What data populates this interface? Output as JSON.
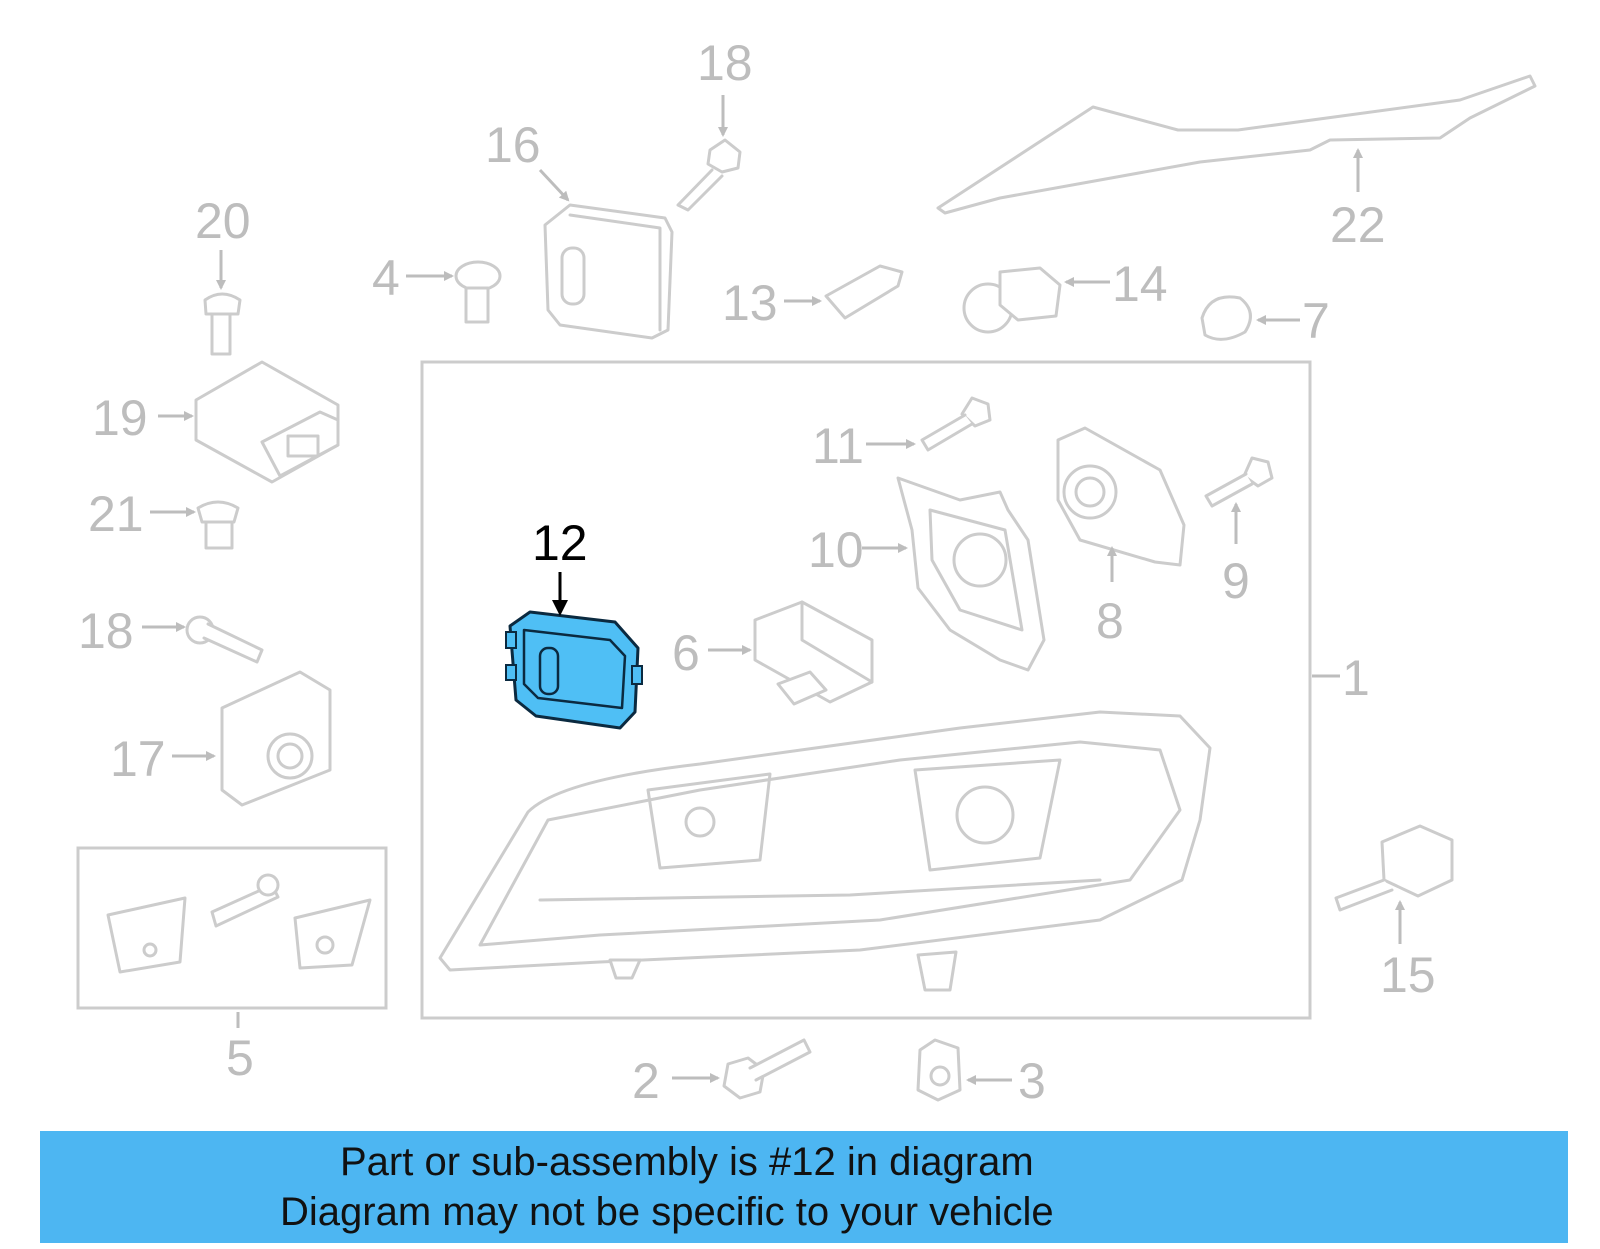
{
  "callouts": {
    "p1": "1",
    "p2": "2",
    "p3": "3",
    "p4": "4",
    "p5": "5",
    "p6": "6",
    "p7": "7",
    "p8": "8",
    "p9": "9",
    "p10": "10",
    "p11": "11",
    "p12": "12",
    "p13": "13",
    "p14": "14",
    "p15": "15",
    "p16": "16",
    "p17": "17",
    "p18a": "18",
    "p18b": "18",
    "p19": "19",
    "p20": "20",
    "p21": "21",
    "p22": "22"
  },
  "highlight": {
    "part": "12",
    "color": "#4fbff5"
  },
  "banner": {
    "line1": "Part or sub-assembly is #12 in diagram",
    "line2": "Diagram may not be specific to your vehicle",
    "color": "#4db6f2"
  }
}
